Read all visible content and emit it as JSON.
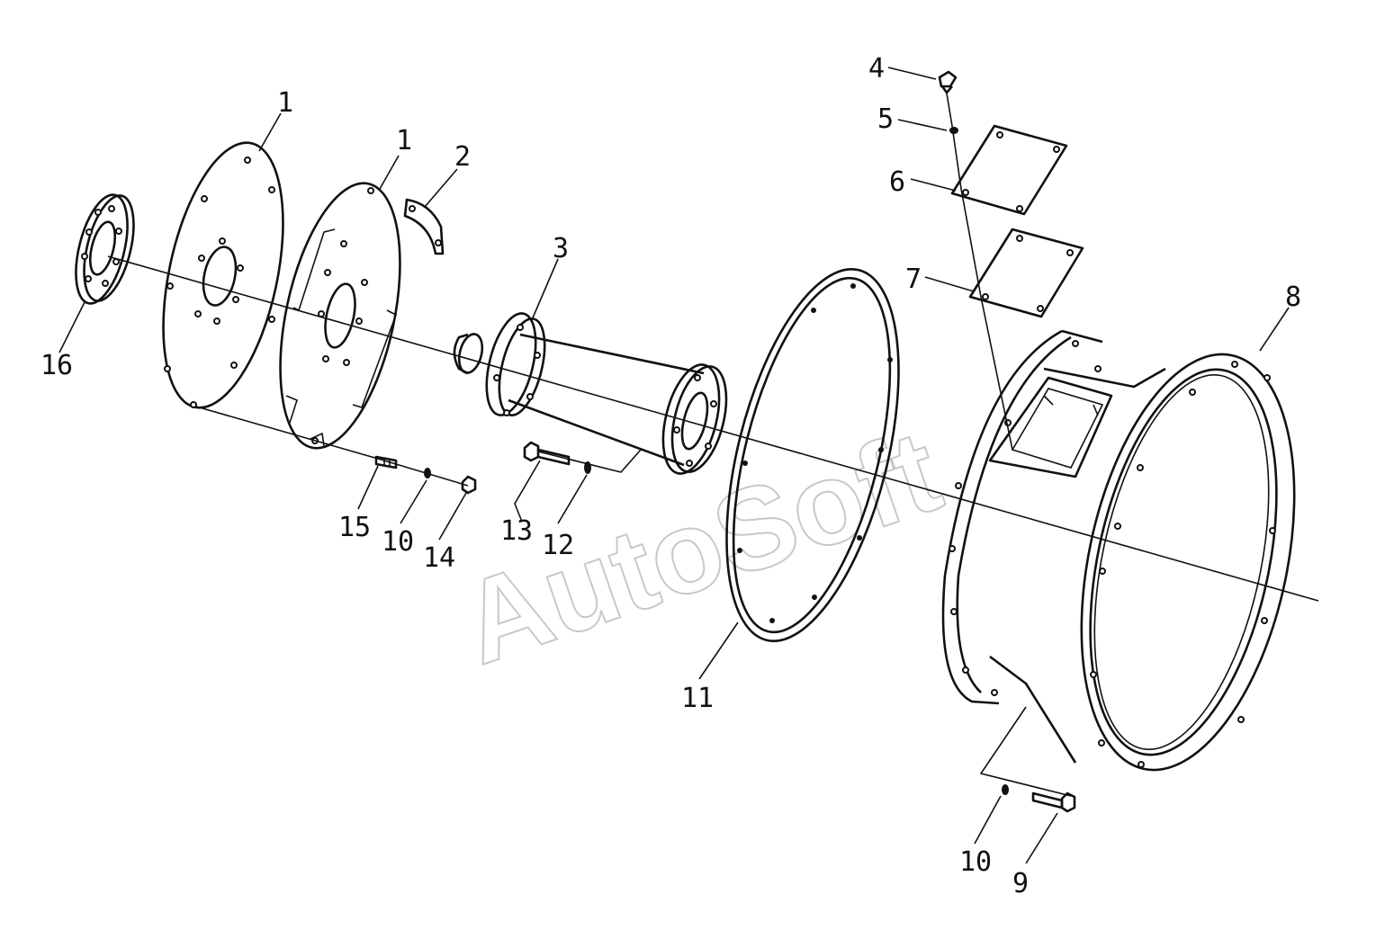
{
  "diagram": {
    "watermark": "AutoSoft",
    "callouts": [
      {
        "id": "16",
        "label": "16"
      },
      {
        "id": "1a",
        "label": "1"
      },
      {
        "id": "1b",
        "label": "1"
      },
      {
        "id": "2",
        "label": "2"
      },
      {
        "id": "3",
        "label": "3"
      },
      {
        "id": "4",
        "label": "4"
      },
      {
        "id": "5",
        "label": "5"
      },
      {
        "id": "6",
        "label": "6"
      },
      {
        "id": "7",
        "label": "7"
      },
      {
        "id": "8",
        "label": "8"
      },
      {
        "id": "11",
        "label": "11"
      },
      {
        "id": "15",
        "label": "15"
      },
      {
        "id": "10a",
        "label": "10"
      },
      {
        "id": "14",
        "label": "14"
      },
      {
        "id": "13",
        "label": "13"
      },
      {
        "id": "12",
        "label": "12"
      },
      {
        "id": "10b",
        "label": "10"
      },
      {
        "id": "9",
        "label": "9"
      }
    ]
  }
}
